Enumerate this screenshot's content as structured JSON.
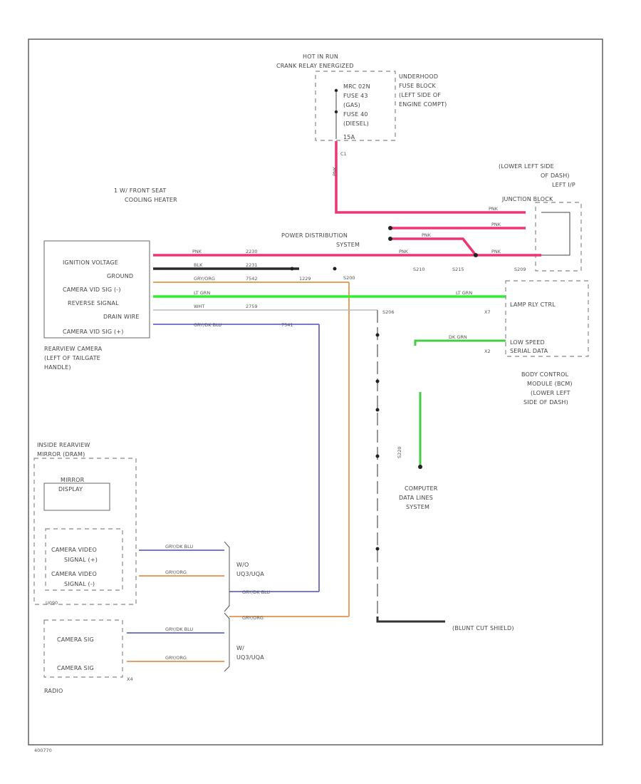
{
  "top_label": [
    "HOT IN RUN",
    "CRANK RELAY ENERGIZED"
  ],
  "fuse_block": {
    "fuses": [
      "MRC 02N",
      "FUSE 43",
      "(GAS)",
      "FUSE 40",
      "(DIESEL)",
      "15A"
    ],
    "location": [
      "UNDERHOOD",
      "FUSE BLOCK",
      "(LEFT SIDE OF",
      "ENGINE COMPT)"
    ],
    "connector": "C1"
  },
  "note": [
    "1  W/ FRONT SEAT",
    "COOLING HEATER"
  ],
  "junction_block": [
    "(LOWER LEFT SIDE",
    "OF DASH)",
    "LEFT I/P",
    "JUNCTION BLOCK"
  ],
  "power_distribution": [
    "POWER DISTRIBUTION",
    "SYSTEM"
  ],
  "camera": {
    "pins": [
      "IGNITION VOLTAGE",
      "GROUND",
      "CAMERA VID SIG (-)",
      "REVERSE SIGNAL",
      "DRAIN WIRE",
      "CAMERA VID SIG (+)"
    ],
    "caption": [
      "REARVIEW CAMERA",
      "(LEFT OF TAILGATE",
      "HANDLE)"
    ]
  },
  "wire_codes": {
    "pnk": "PNK",
    "blk": "BLK",
    "gry_org": "GRY/ORG",
    "lt_grn": "LT GRN",
    "wht": "WHT",
    "gry_dk_blu": "GRY/DK BLU",
    "dk_grn": "DK GRN"
  },
  "circuits": [
    "2230",
    "2231",
    "7542",
    "1229",
    "2759",
    "7541"
  ],
  "splices": [
    "S200",
    "S210",
    "S215",
    "S209",
    "S206",
    "S220"
  ],
  "bcm": {
    "pins": [
      "LAMP RLY CTRL",
      "LOW SPEED",
      "SERIAL DATA"
    ],
    "caption": [
      "BODY CONTROL",
      "MODULE (BCM)",
      "(LOWER LEFT",
      "SIDE OF DASH)"
    ],
    "connectors": [
      "X7",
      "X2"
    ]
  },
  "computer_data": [
    "COMPUTER",
    "DATA LINES",
    "SYSTEM"
  ],
  "mirror": {
    "title": [
      "INSIDE REARVIEW",
      "MIRROR (DRAM)"
    ],
    "display": [
      "MIRROR",
      "DISPLAY"
    ],
    "pins": [
      "CAMERA VIDEO",
      "SIGNAL (+)",
      "CAMERA VIDEO",
      "SIGNAL (-)"
    ],
    "connector": "U090"
  },
  "radio": {
    "pins": [
      "CAMERA SIG",
      "CAMERA SIG"
    ],
    "caption": "RADIO",
    "connector": "X4"
  },
  "options": {
    "nav": [
      "W/O",
      "UQ3/UQA"
    ],
    "with": [
      "W/",
      "UQ3/UQA"
    ]
  },
  "ground_label": "(BLUNT CUT SHIELD)",
  "figure_id": "400770",
  "colors": {
    "pnk": "#ee3377",
    "blk": "#2a2a2a",
    "org": "#e8a060",
    "grn": "#33dd33",
    "dkgrn": "#44cc44",
    "blu": "#6666cc",
    "wht": "#bbbbbb"
  }
}
